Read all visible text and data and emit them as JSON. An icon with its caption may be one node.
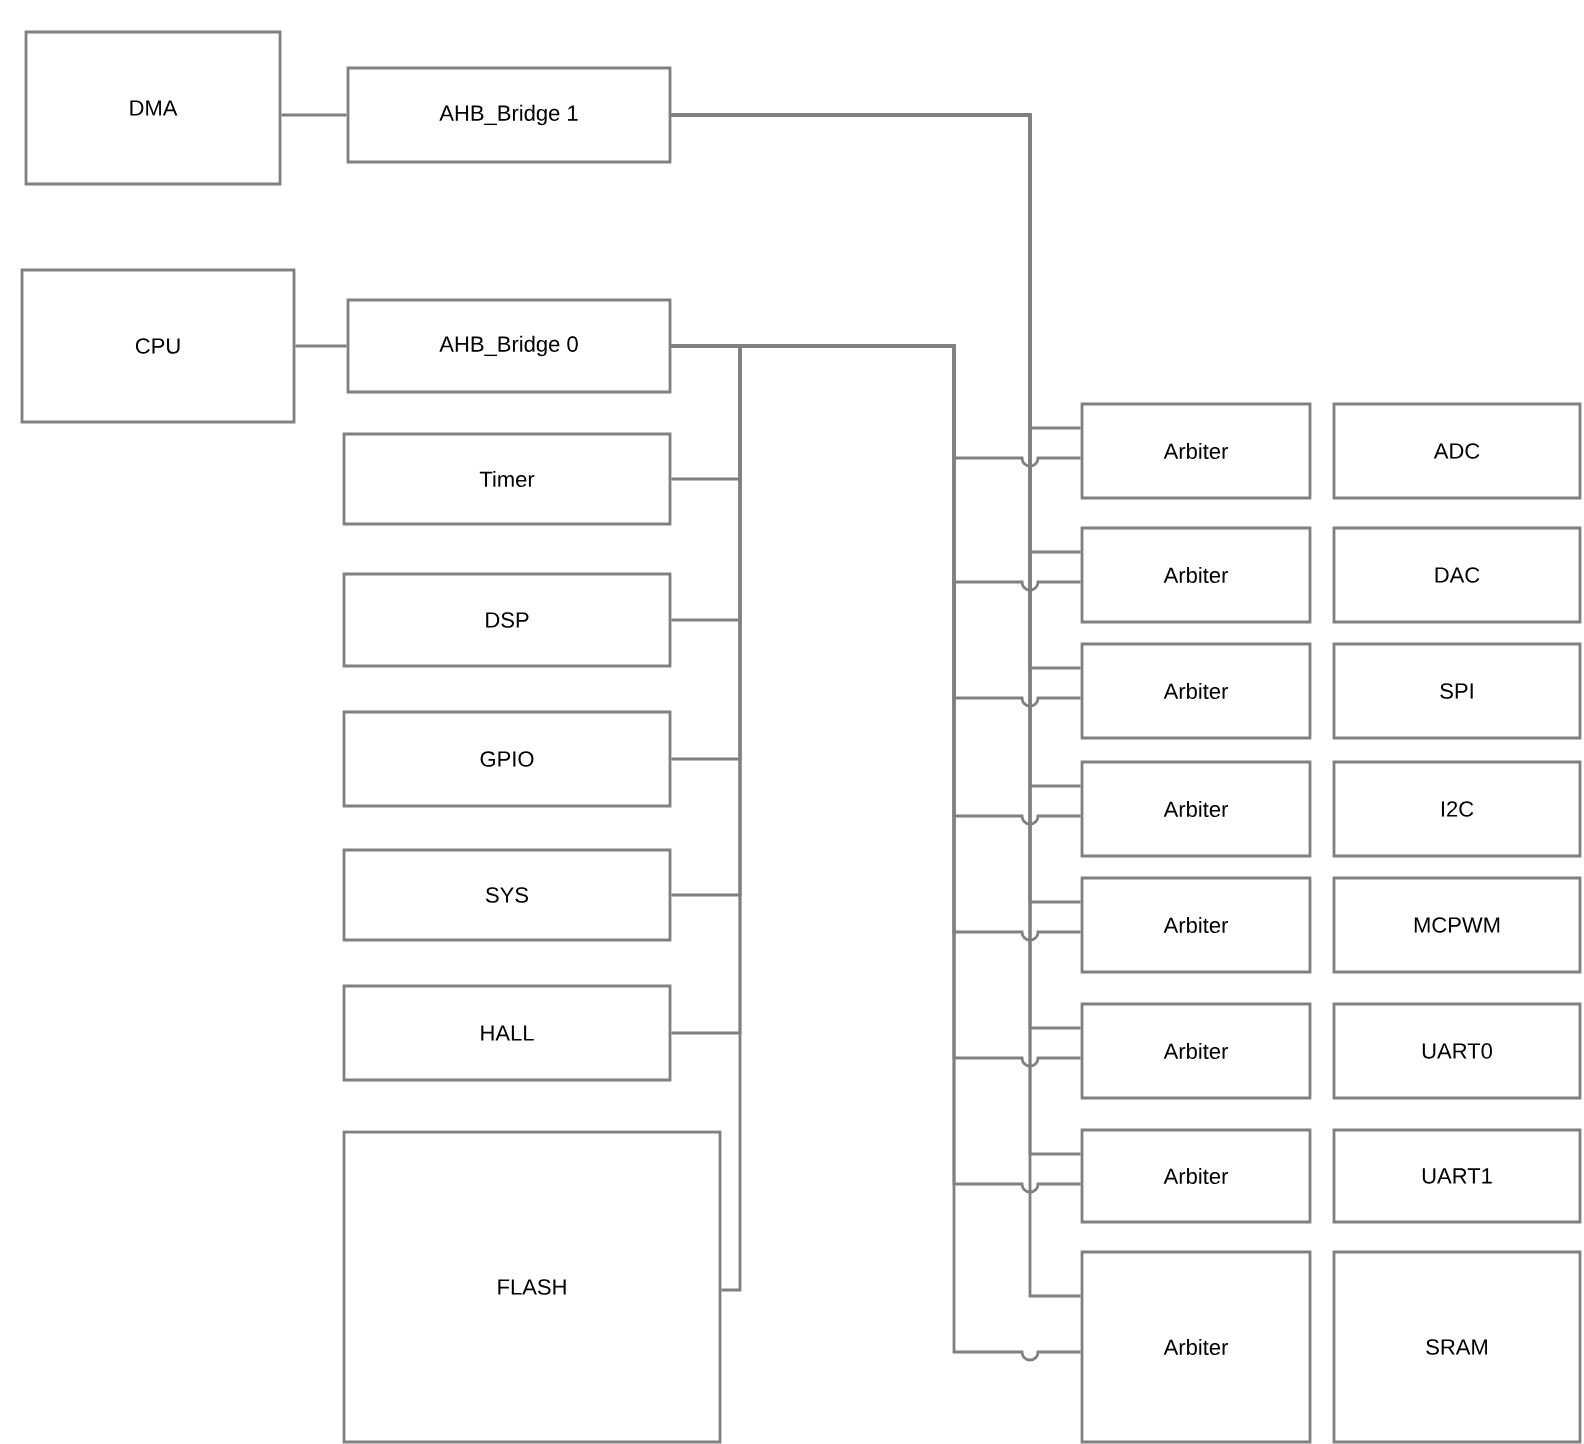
{
  "diagram": {
    "nodes": [
      {
        "text": [
          "DMA"
        ]
      },
      {
        "text": [
          "AHB_Bridge 1"
        ]
      },
      {
        "text": [
          "CPU"
        ]
      },
      {
        "text": [
          "AHB_Bridge 0"
        ]
      },
      {
        "text": [
          "Timer"
        ]
      },
      {
        "text": [
          "DSP"
        ]
      },
      {
        "text": [
          "GPIO"
        ]
      },
      {
        "text": [
          "SYS"
        ]
      },
      {
        "text": [
          "HALL"
        ]
      },
      {
        "text": [
          "FLASH"
        ]
      },
      {
        "text": [
          "Arbiter"
        ]
      },
      {
        "text": [
          "ADC"
        ]
      },
      {
        "text": [
          "Arbiter"
        ]
      },
      {
        "text": [
          "DAC"
        ]
      },
      {
        "text": [
          "Arbiter"
        ]
      },
      {
        "text": [
          "SPI"
        ]
      },
      {
        "text": [
          "Arbiter"
        ]
      },
      {
        "text": [
          "I2C"
        ]
      },
      {
        "text": [
          "Arbiter"
        ]
      },
      {
        "text": [
          "MCPWM"
        ]
      },
      {
        "text": [
          "Arbiter"
        ]
      },
      {
        "text": [
          "UART0"
        ]
      },
      {
        "text": [
          "Arbiter"
        ]
      },
      {
        "text": [
          "UART1"
        ]
      },
      {
        "text": [
          "Arbiter"
        ]
      },
      {
        "text": [
          "SRAM"
        ]
      }
    ],
    "edges": [
      {
        "from": 0,
        "to": 1,
        "arrow": "none"
      },
      {
        "from": 2,
        "to": 3,
        "arrow": "none"
      },
      {
        "from": 3,
        "to": 4,
        "arrow": "none"
      },
      {
        "from": 3,
        "to": 5,
        "arrow": "none"
      },
      {
        "from": 3,
        "to": 6,
        "arrow": "none"
      },
      {
        "from": 3,
        "to": 7,
        "arrow": "none"
      },
      {
        "from": 3,
        "to": 8,
        "arrow": "none"
      },
      {
        "from": 3,
        "to": 9,
        "arrow": "none"
      },
      {
        "from": 1,
        "to": 10,
        "arrow": "none"
      },
      {
        "from": 3,
        "to": 10,
        "arrow": "none"
      },
      {
        "from": 1,
        "to": 12,
        "arrow": "none"
      },
      {
        "from": 3,
        "to": 12,
        "arrow": "none"
      },
      {
        "from": 1,
        "to": 14,
        "arrow": "none"
      },
      {
        "from": 3,
        "to": 14,
        "arrow": "none"
      },
      {
        "from": 1,
        "to": 16,
        "arrow": "none"
      },
      {
        "from": 3,
        "to": 16,
        "arrow": "none"
      },
      {
        "from": 1,
        "to": 18,
        "arrow": "none"
      },
      {
        "from": 3,
        "to": 18,
        "arrow": "none"
      },
      {
        "from": 1,
        "to": 20,
        "arrow": "none"
      },
      {
        "from": 3,
        "to": 20,
        "arrow": "none"
      },
      {
        "from": 1,
        "to": 22,
        "arrow": "none"
      },
      {
        "from": 3,
        "to": 22,
        "arrow": "none"
      },
      {
        "from": 1,
        "to": 24,
        "arrow": "none"
      },
      {
        "from": 3,
        "to": 24,
        "arrow": "none"
      }
    ]
  }
}
